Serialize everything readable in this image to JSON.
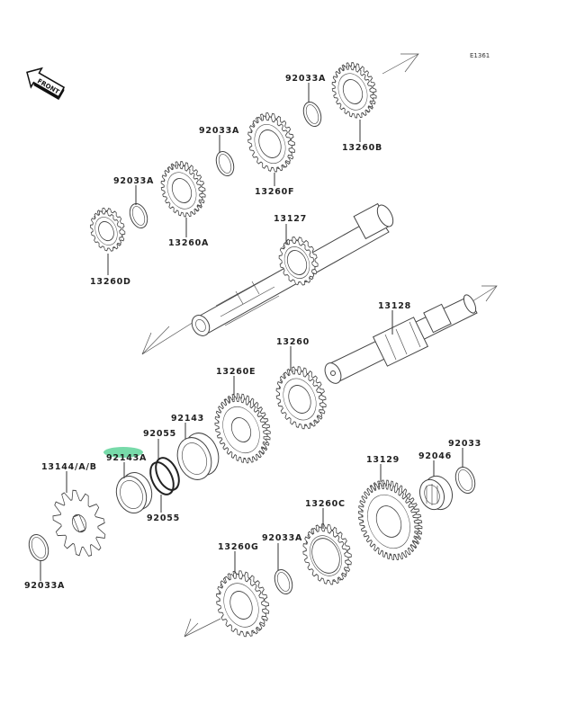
{
  "diagram": {
    "title": "Transmission exploded view",
    "code": "E1361",
    "front_indicator": "FRONT",
    "highlight_color": "#5fd49a",
    "highlighted_part": "92143A",
    "parts": {
      "p92033A_top": "92033A",
      "p13260B": "13260B",
      "p92033A_mid": "92033A",
      "p13260F": "13260F",
      "p92033A_left": "92033A",
      "p13260A": "13260A",
      "p13260D": "13260D",
      "p13127": "13127",
      "p13128": "13128",
      "p13260": "13260",
      "p13260E": "13260E",
      "p92143": "92143",
      "p92055_top": "92055",
      "p92143A": "92143A",
      "p92055_bottom": "92055",
      "p13144": "13144/A/B",
      "p92033A_sprocket": "92033A",
      "p13129": "13129",
      "p92046": "92046",
      "p92033": "92033",
      "p13260C": "13260C",
      "p92033A_low": "92033A",
      "p13260G": "13260G"
    }
  }
}
